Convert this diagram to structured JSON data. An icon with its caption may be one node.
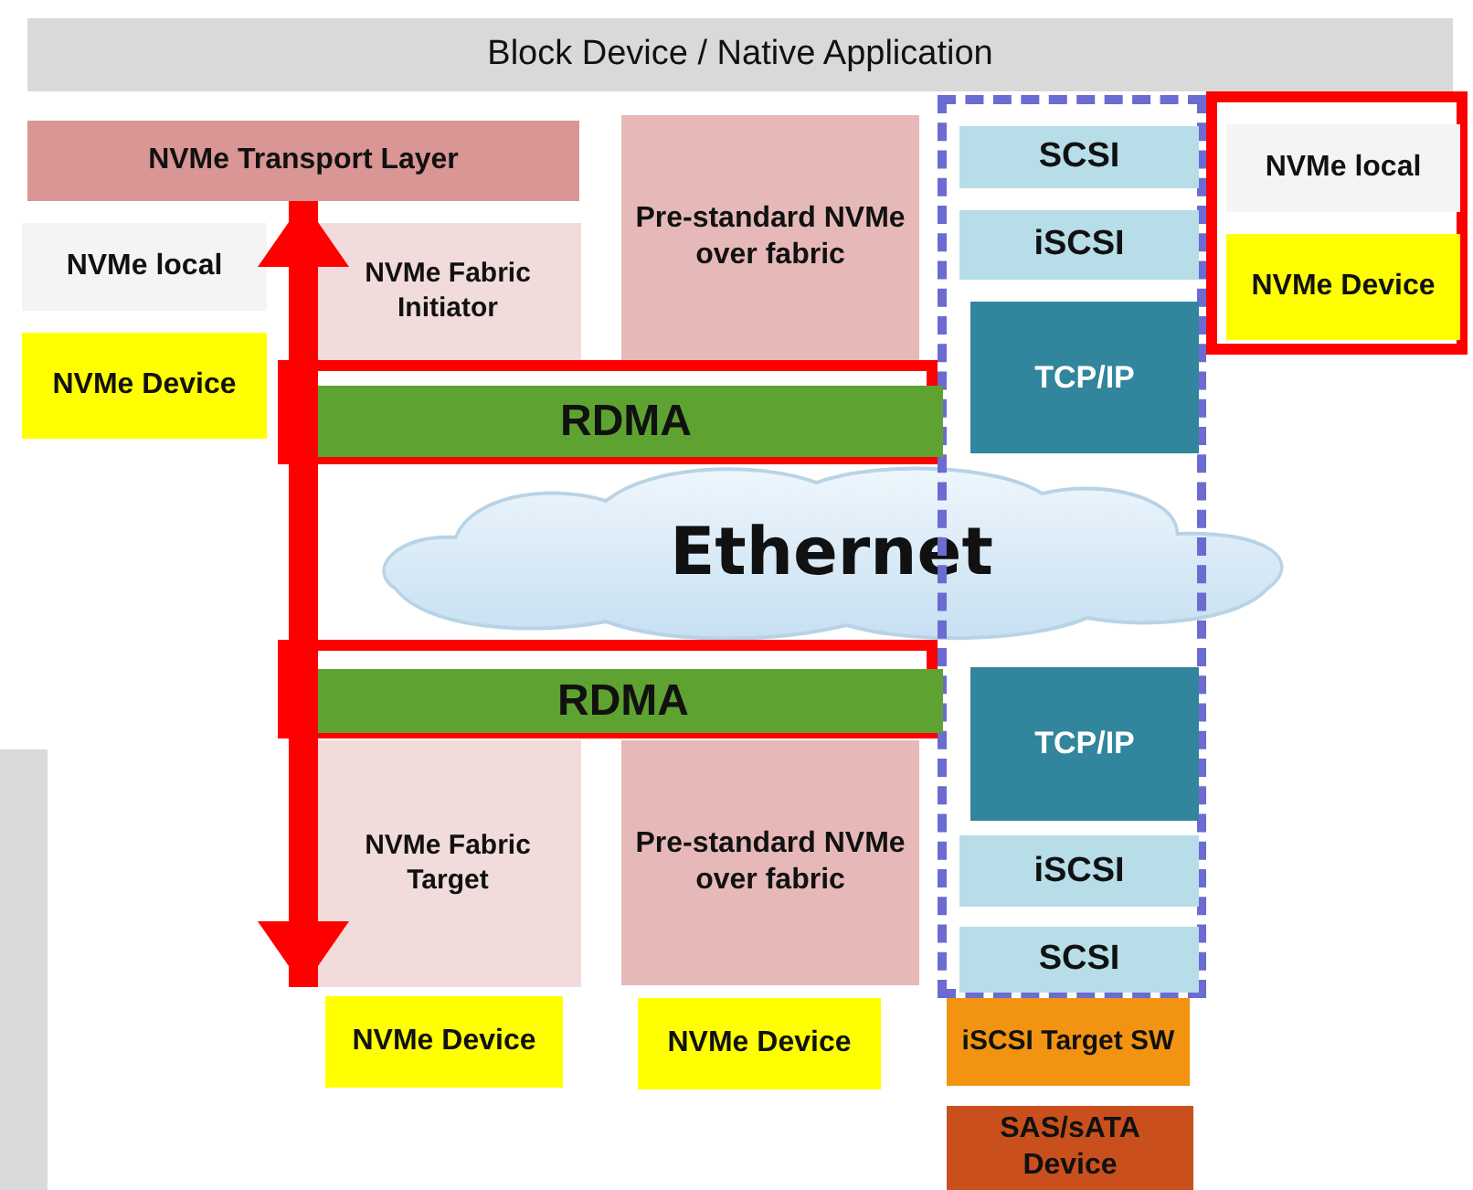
{
  "diagram": {
    "nodes": [
      {
        "text": [
          "Block Device / Native Application"
        ]
      },
      {
        "text": [
          "NVMe Transport Layer"
        ]
      },
      {
        "text": [
          "NVMe local"
        ]
      },
      {
        "text": [
          "NVMe Device"
        ]
      },
      {
        "text": [
          "NVMe Fabric Initiator"
        ]
      },
      {
        "text": [
          "Pre-standard NVMe over fabric"
        ]
      },
      {
        "text": [],
        "shape": "box"
      },
      {
        "text": [
          "SCSI"
        ],
        "in": 6
      },
      {
        "text": [
          "iSCSI"
        ],
        "in": 6
      },
      {
        "text": [
          "TCP/IP"
        ],
        "in": 6
      },
      {
        "text": [],
        "shape": "box"
      },
      {
        "text": [
          "NVMe local"
        ],
        "in": 10
      },
      {
        "text": [
          "NVMe Device"
        ],
        "in": 10
      },
      {
        "text": [],
        "shape": "box"
      },
      {
        "text": [
          "RDMA"
        ],
        "in": 13
      },
      {
        "text": [
          "Ethernet"
        ]
      },
      {
        "text": [],
        "shape": "box"
      },
      {
        "text": [
          "RDMA"
        ],
        "in": 16
      },
      {
        "text": [
          "TCP/IP"
        ],
        "in": 6
      },
      {
        "text": [
          "iSCSI"
        ],
        "in": 6
      },
      {
        "text": [
          "SCSI"
        ],
        "in": 6
      },
      {
        "text": [
          "NVMe Fabric Target"
        ]
      },
      {
        "text": [
          "Pre-standard NVMe over fabric"
        ]
      },
      {
        "text": [
          "NVMe Device"
        ]
      },
      {
        "text": [
          "NVMe Device"
        ]
      },
      {
        "text": [
          "iSCSI Target SW"
        ]
      },
      {
        "text": [
          "SAS/sATA Device"
        ]
      }
    ],
    "edges": [
      {
        "from": 1,
        "to": 21,
        "arrow": "both"
      }
    ]
  }
}
